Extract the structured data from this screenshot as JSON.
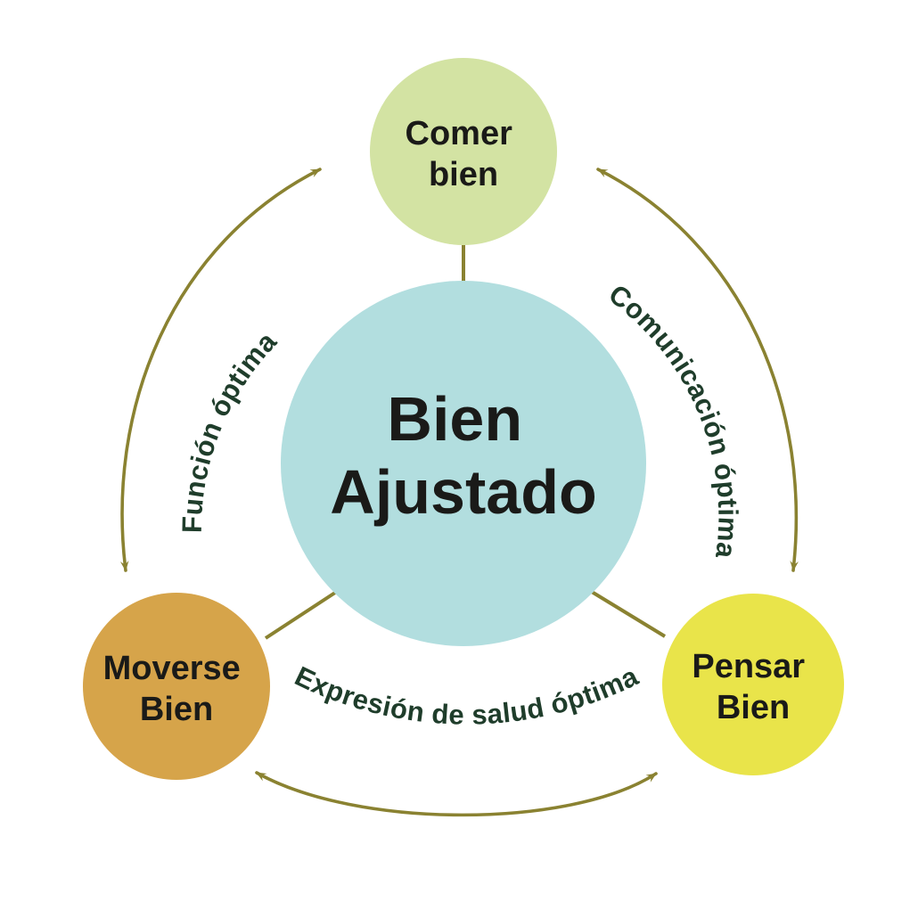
{
  "diagram": {
    "title": "Bien Ajustado",
    "type": "cycle-diagram",
    "background_color": "#ffffff",
    "center": {
      "id": "bien-ajustado",
      "label_line1": "Bien",
      "label_line2": "Ajustado",
      "color": "#b2dedf",
      "text_color": "#1a1a18"
    },
    "nodes": [
      {
        "id": "comer-bien",
        "label_line1": "Comer",
        "label_line2": "bien",
        "color": "#d3e3a3",
        "text_color": "#1a1a18",
        "position": "top"
      },
      {
        "id": "moverse-bien",
        "label_line1": "Moverse",
        "label_line2": "Bien",
        "color": "#d6a44a",
        "text_color": "#1a1a18",
        "position": "bottom-left"
      },
      {
        "id": "pensar-bien",
        "label_line1": "Pensar",
        "label_line2": "Bien",
        "color": "#e9e44a",
        "text_color": "#1a1a18",
        "position": "bottom-right"
      }
    ],
    "arc_labels": [
      {
        "id": "funcion-optima",
        "text": "Función óptima",
        "color": "#1f3d2b",
        "side": "left",
        "between": [
          "moverse-bien",
          "comer-bien"
        ]
      },
      {
        "id": "comunicacion-optima",
        "text": "Comunicación óptima",
        "color": "#1f3d2b",
        "side": "right",
        "between": [
          "comer-bien",
          "pensar-bien"
        ]
      },
      {
        "id": "expresion-de-salud-optima",
        "text": "Expresión de salud óptima",
        "color": "#1f3d2b",
        "side": "bottom",
        "between": [
          "moverse-bien",
          "pensar-bien"
        ]
      }
    ],
    "arrows": {
      "color": "#8a8231",
      "style": "double-headed-curved",
      "count": 3
    },
    "connectors": {
      "color": "#8a8231",
      "count": 3
    }
  }
}
